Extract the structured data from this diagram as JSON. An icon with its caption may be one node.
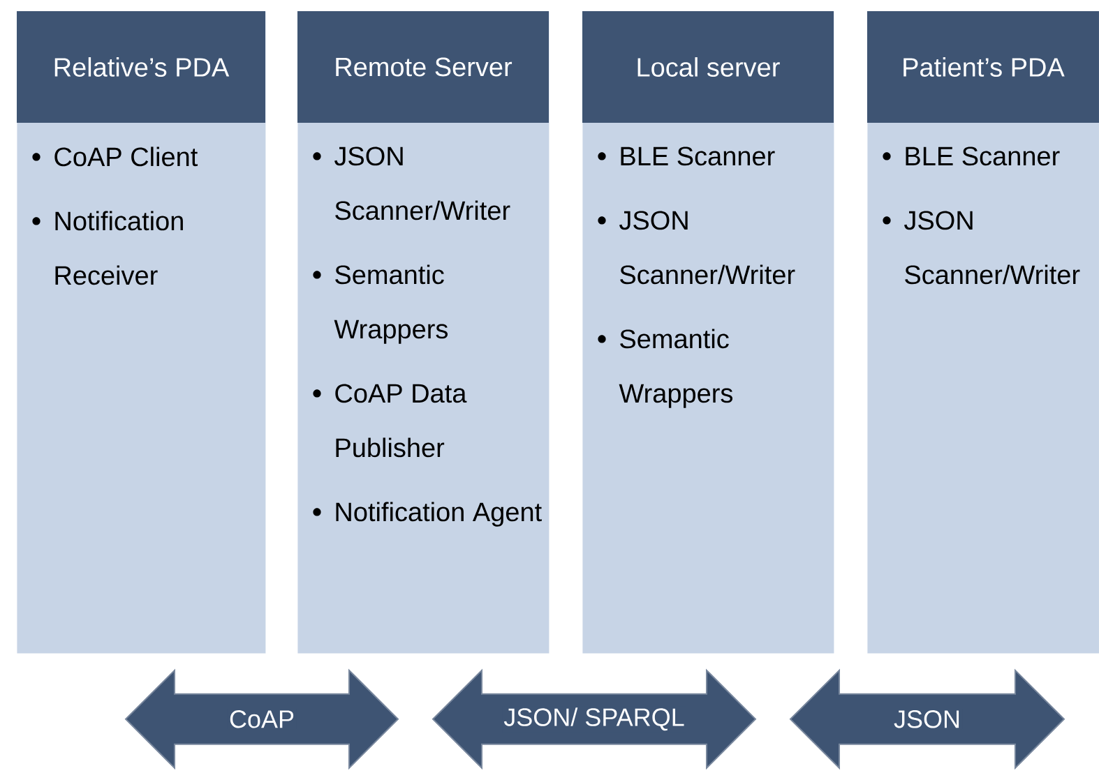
{
  "diagram": {
    "nodes": [
      {
        "text": [
          "Relative’s PDA",
          "CoAP Client",
          "Notification Receiver"
        ]
      },
      {
        "text": [
          "Remote Server",
          "JSON Scanner/Writer",
          "Semantic Wrappers",
          "CoAP Data Publisher",
          "Notification Agent"
        ]
      },
      {
        "text": [
          "Local server",
          "BLE Scanner",
          "JSON Scanner/Writer",
          "Semantic Wrappers"
        ]
      },
      {
        "text": [
          "Patient’s PDA",
          "BLE Scanner",
          "JSON Scanner/Writer"
        ]
      }
    ],
    "edges": [
      {
        "from": 0,
        "to": 1,
        "arrow": "both",
        "label": "CoAP"
      },
      {
        "from": 1,
        "to": 2,
        "arrow": "both",
        "label": "JSON/ SPARQL"
      },
      {
        "from": 2,
        "to": 3,
        "arrow": "both",
        "label": "JSON"
      }
    ]
  }
}
